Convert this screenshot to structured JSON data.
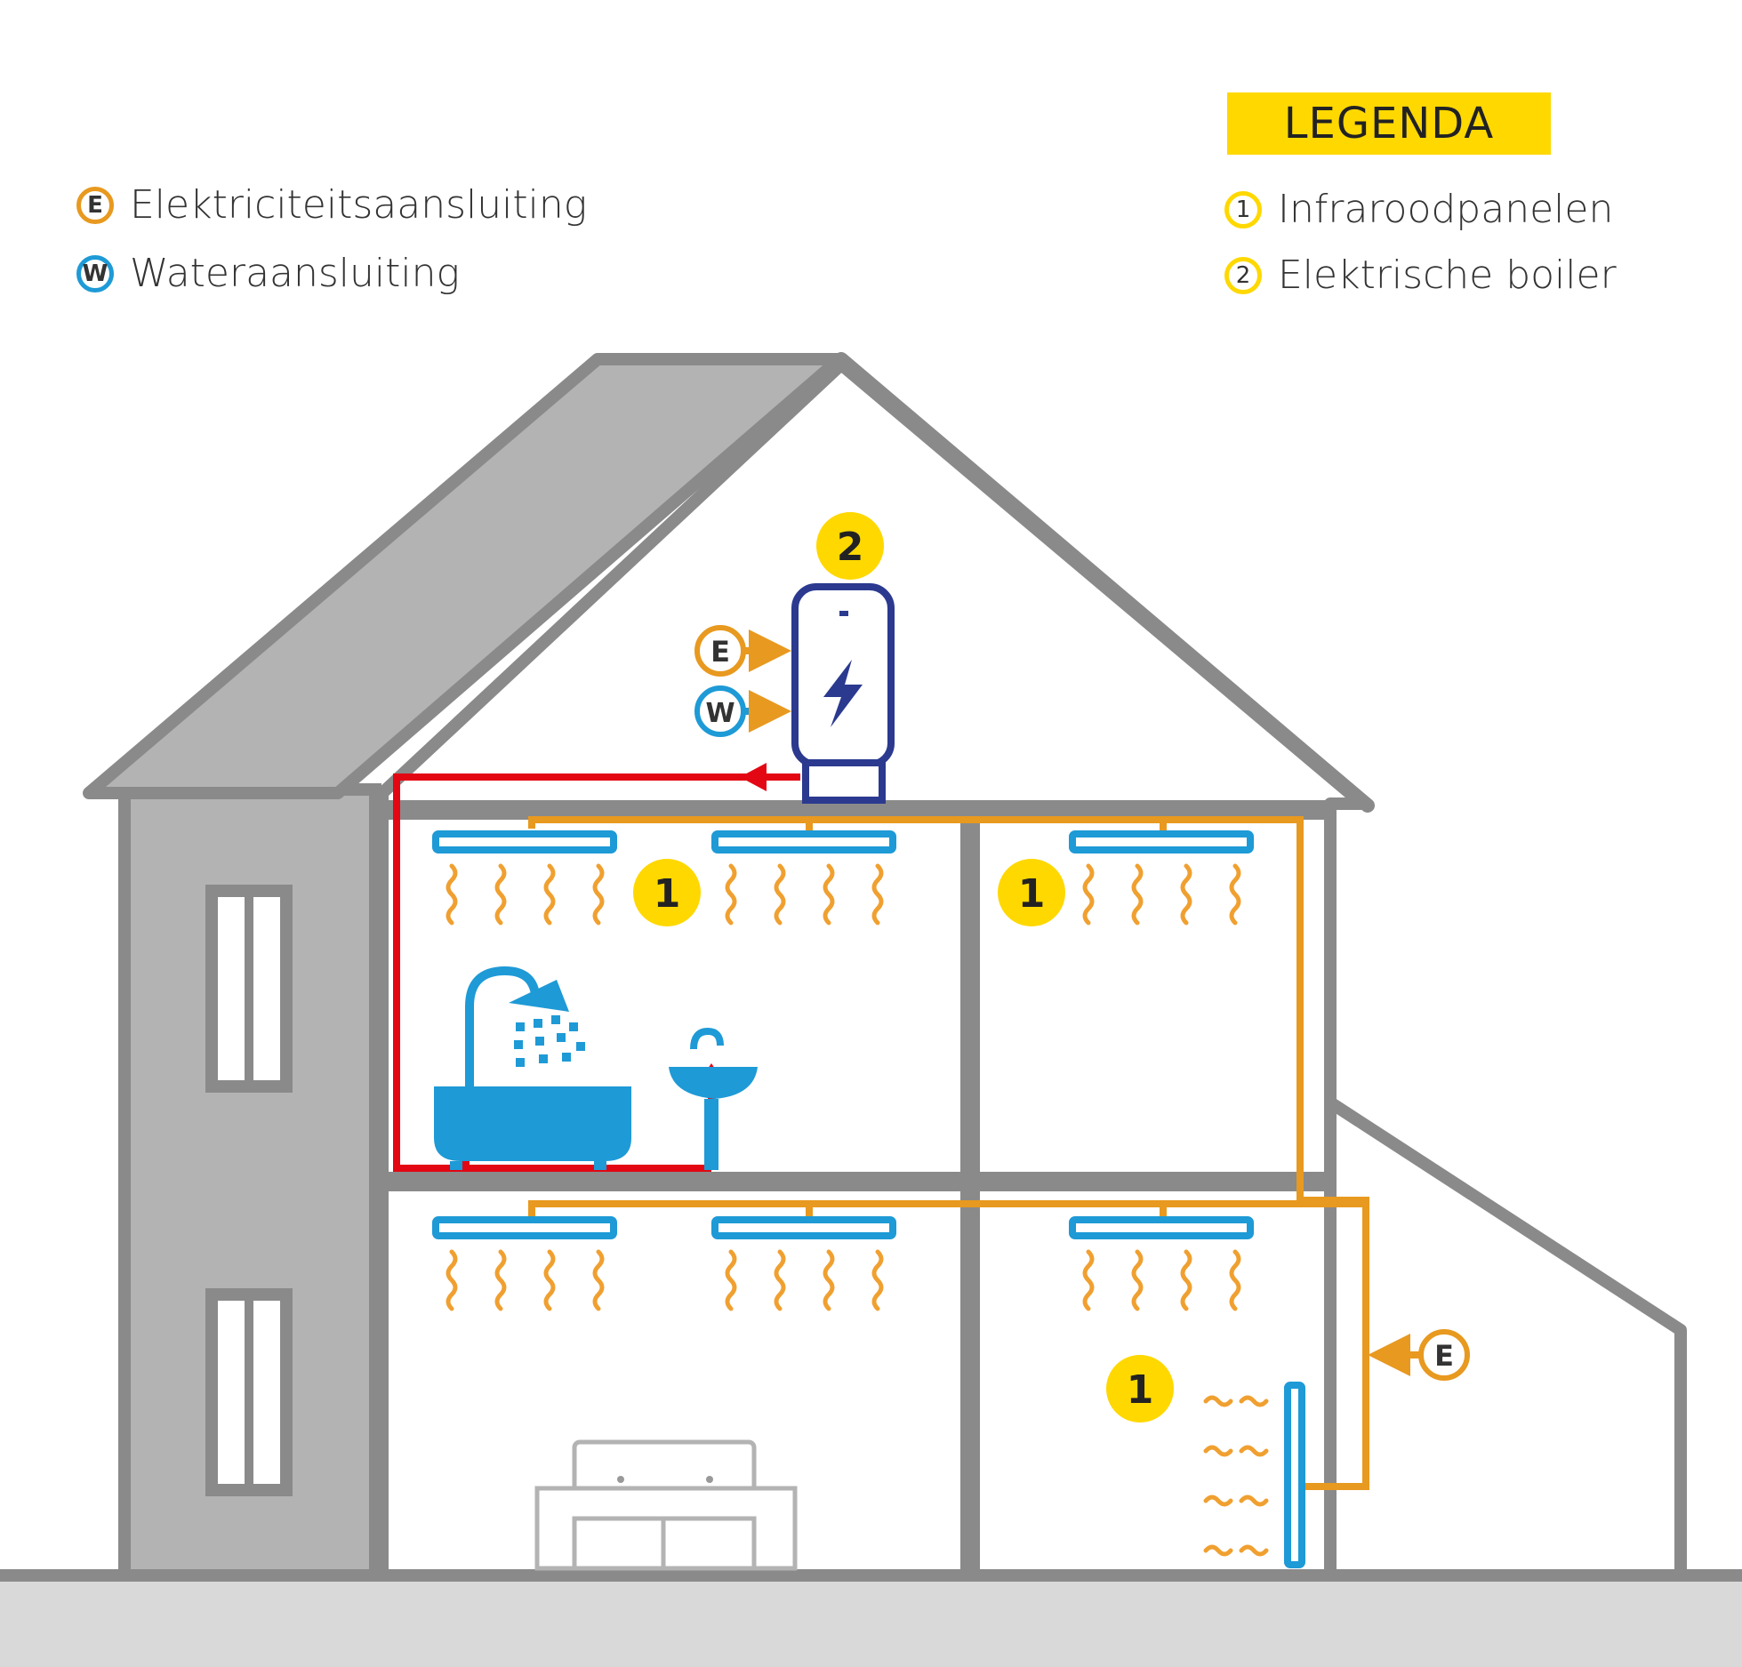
{
  "legend": {
    "title": "LEGENDA",
    "items": [
      {
        "badge": "1",
        "label": "Infraroodpanelen"
      },
      {
        "badge": "2",
        "label": "Elektrische boiler"
      }
    ]
  },
  "connections": [
    {
      "badge": "E",
      "label": "Elektriciteitsaansluiting",
      "color": "#e8991f"
    },
    {
      "badge": "W",
      "label": "Wateraansluiting",
      "color": "#1e9ad6"
    }
  ],
  "markers": {
    "panel": "1",
    "boiler": "2",
    "electric": "E",
    "water": "W"
  },
  "colors": {
    "wall": "#8a8a8a",
    "roof_fill": "#b3b3b3",
    "ground": "#d9d9da",
    "hot_water": "#e30613",
    "electric_line": "#e8991f",
    "water": "#1e9ad6",
    "boiler_outline": "#2b3a8f",
    "badge_yellow": "#ffd800",
    "heat_wave": "#f0a030"
  },
  "icons": [
    "bathtub-icon",
    "shower-icon",
    "sink-icon",
    "sofa-icon",
    "lightning-icon",
    "heat-wave-icon"
  ]
}
